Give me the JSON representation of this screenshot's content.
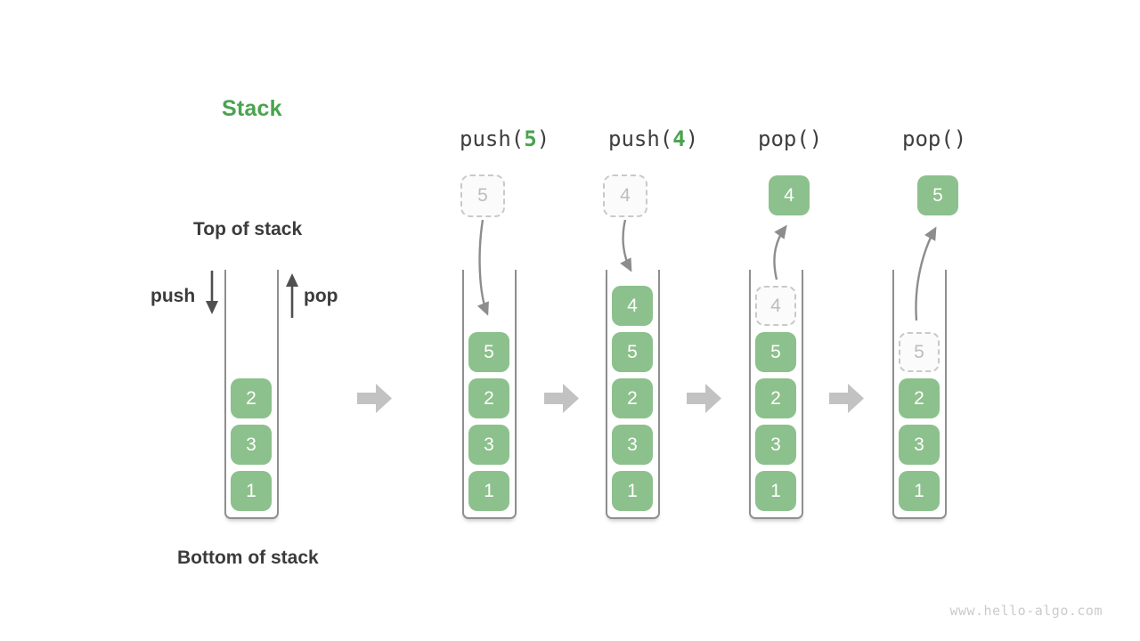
{
  "title": "Stack",
  "side_labels": {
    "top": "Top of stack",
    "bottom": "Bottom of stack",
    "push": "push",
    "pop": "pop"
  },
  "operations": [
    {
      "pre": "push(",
      "arg": "5",
      "post": ")"
    },
    {
      "pre": "push(",
      "arg": "4",
      "post": ")"
    },
    {
      "pre": "pop()",
      "arg": "",
      "post": ""
    },
    {
      "pre": "pop()",
      "arg": "",
      "post": ""
    }
  ],
  "stacks": {
    "initial": {
      "cells": [
        "2",
        "3",
        "1"
      ]
    },
    "after_push5": {
      "incoming": "5",
      "cells": [
        "5",
        "2",
        "3",
        "1"
      ]
    },
    "after_push4": {
      "incoming": "4",
      "cells": [
        "4",
        "5",
        "2",
        "3",
        "1"
      ]
    },
    "after_pop4": {
      "popped": "4",
      "ghost": "4",
      "cells": [
        "5",
        "2",
        "3",
        "1"
      ]
    },
    "after_pop5": {
      "popped": "5",
      "ghost": "5",
      "cells": [
        "2",
        "3",
        "1"
      ]
    }
  },
  "watermark": "www.hello-algo.com",
  "colors": {
    "title_green": "#4AA34E",
    "cell_green": "#8CC08C",
    "ghost_gray": "#C9C9C9",
    "wall_gray": "#8F8F8F",
    "flow_arrow_gray": "#8D8D8D",
    "push_pop_arrow": "#4F4F4F",
    "transition_arrow": "#C2C2C2"
  }
}
